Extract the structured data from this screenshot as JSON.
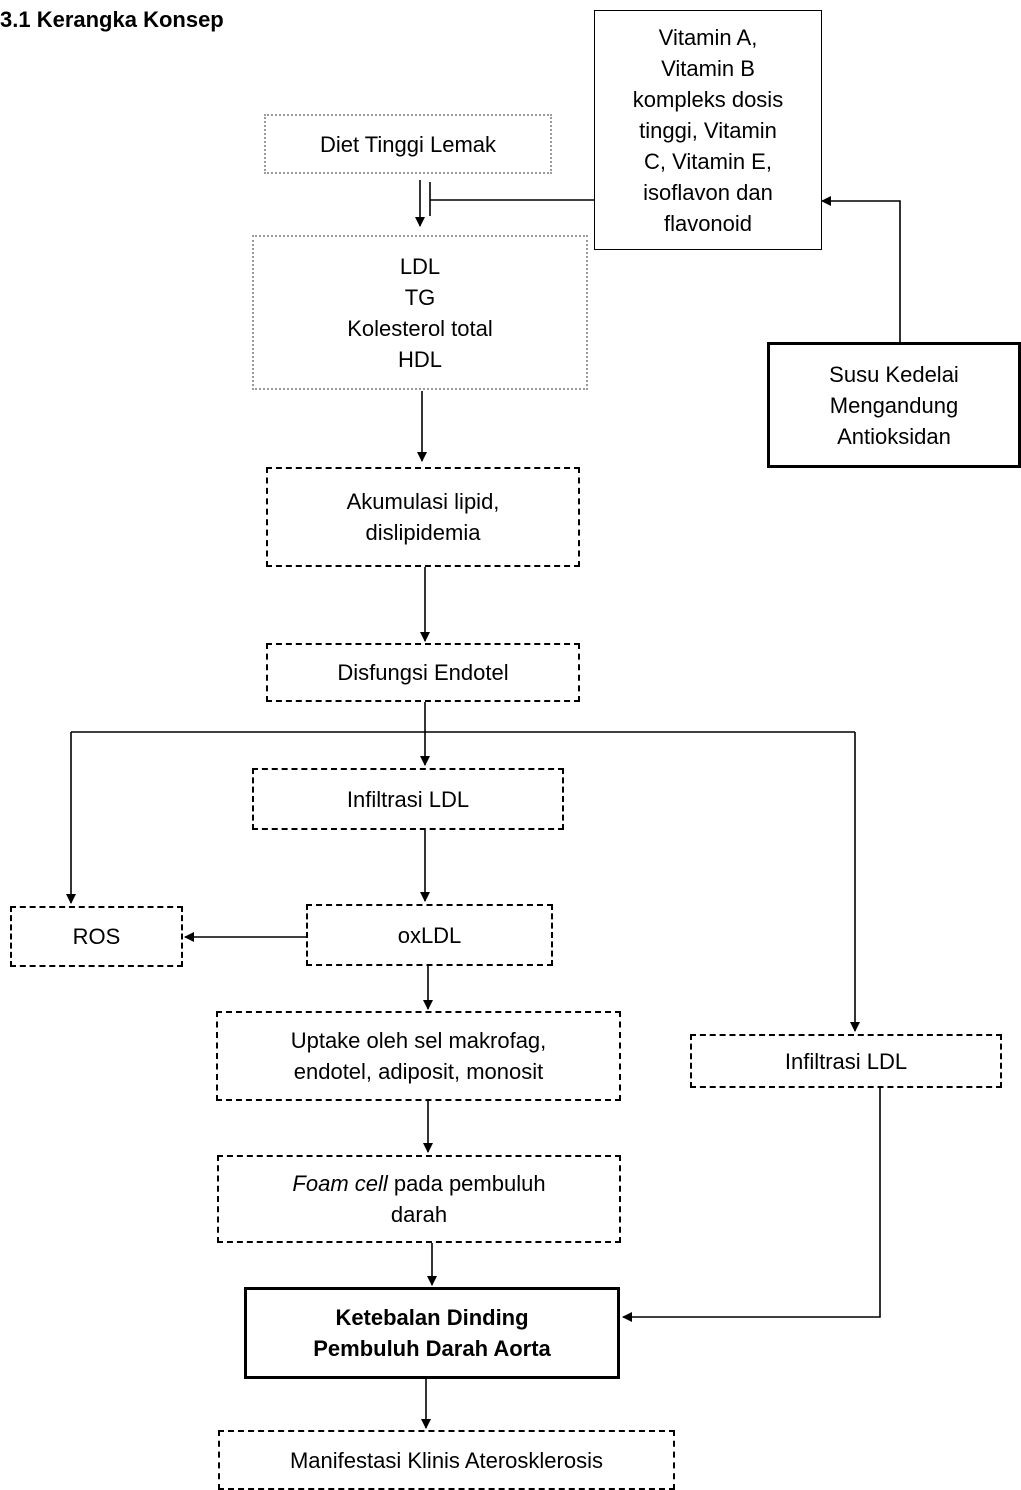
{
  "title": "3.1 Kerangka Konsep",
  "nodes": {
    "diet": "Diet Tinggi Lemak",
    "lipids": [
      "LDL",
      "TG",
      "Kolesterol total",
      "HDL"
    ],
    "vitamins": [
      "Vitamin A,",
      "Vitamin B",
      "kompleks dosis",
      "tinggi, Vitamin",
      "C, Vitamin E,",
      "isoflavon dan",
      "flavonoid"
    ],
    "soy": [
      "Susu Kedelai",
      "Mengandung",
      "Antioksidan"
    ],
    "akumulasi": [
      "Akumulasi lipid,",
      "dislipidemia"
    ],
    "disfungsi": "Disfungsi Endotel",
    "infiltrasi_center": "Infiltrasi LDL",
    "ros": "ROS",
    "oxldl": "oxLDL",
    "uptake": [
      "Uptake oleh sel makrofag,",
      "endotel, adiposit, monosit"
    ],
    "infiltrasi_right": "Infiltrasi LDL",
    "foam_italic": "Foam cell",
    "foam_rest_1": " pada pembuluh",
    "foam_rest_2": "darah",
    "ketebalan": [
      "Ketebalan Dinding",
      "Pembuluh Darah Aorta"
    ],
    "manifestasi": "Manifestasi Klinis Aterosklerosis"
  }
}
